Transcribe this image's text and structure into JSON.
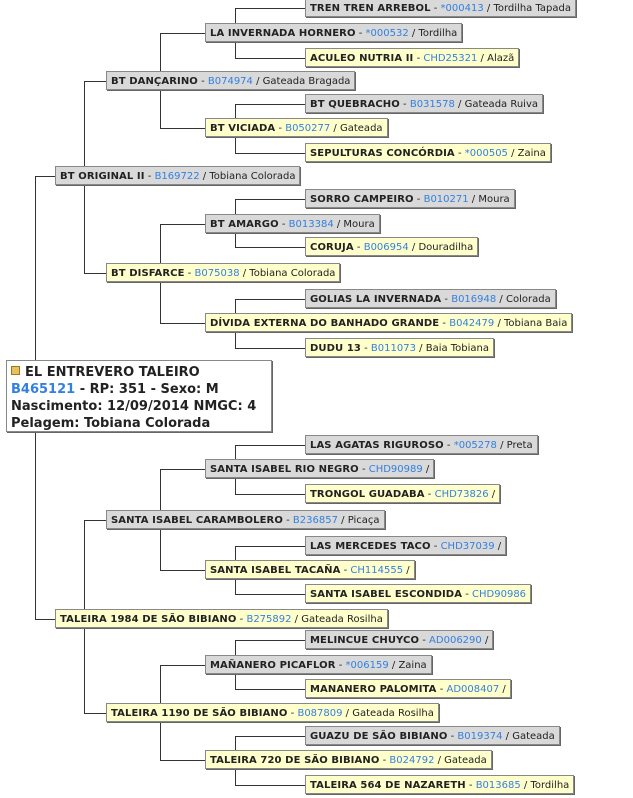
{
  "animal": {
    "name": "EL ENTREVERO TALEIRO",
    "registry": "B465121",
    "rp_label": "RP:",
    "rp": "351",
    "sex_label": "Sexo:",
    "sex": "M",
    "birth_label": "Nascimento:",
    "birth": "12/09/2014",
    "nmgc_label": "NMGC:",
    "nmgc": "4",
    "coat_label": "Pelagem:",
    "coat": "Tobiana Colorada"
  },
  "pedigree": [
    {
      "name": "TREN TREN ARREBOL",
      "reg": "*000413",
      "coat": "Tordilha Tapada"
    },
    {
      "name": "LA INVERNADA HORNERO",
      "reg": "*000532",
      "coat": "Tordilha"
    },
    {
      "name": "ACULEO NUTRIA II",
      "reg": "CHD25321",
      "coat": "Alazã"
    },
    {
      "name": "BT DANÇARINO",
      "reg": "B074974",
      "coat": "Gateada Bragada"
    },
    {
      "name": "BT QUEBRACHO",
      "reg": "B031578",
      "coat": "Gateada Ruiva"
    },
    {
      "name": "BT VICIADA",
      "reg": "B050277",
      "coat": "Gateada"
    },
    {
      "name": "SEPULTURAS CONCÓRDIA",
      "reg": "*000505",
      "coat": "Zaina"
    },
    {
      "name": "BT ORIGINAL II",
      "reg": "B169722",
      "coat": "Tobiana Colorada"
    },
    {
      "name": "SORRO CAMPEIRO",
      "reg": "B010271",
      "coat": "Moura"
    },
    {
      "name": "BT AMARGO",
      "reg": "B013384",
      "coat": "Moura"
    },
    {
      "name": "CORUJA",
      "reg": "B006954",
      "coat": "Douradilha"
    },
    {
      "name": "BT DISFARCE",
      "reg": "B075038",
      "coat": "Tobiana Colorada"
    },
    {
      "name": "GOLIAS LA INVERNADA",
      "reg": "B016948",
      "coat": "Colorada"
    },
    {
      "name": "DÍVIDA EXTERNA DO BANHADO GRANDE",
      "reg": "B042479",
      "coat": "Tobiana Baia"
    },
    {
      "name": "DUDU 13",
      "reg": "B011073",
      "coat": "Baia Tobiana"
    },
    {
      "name": "LAS AGATAS RIGUROSO",
      "reg": "*005278",
      "coat": "Preta"
    },
    {
      "name": "SANTA ISABEL RIO NEGRO",
      "reg": "CHD90989",
      "coat": ""
    },
    {
      "name": "TRONGOL GUADABA",
      "reg": "CHD73826",
      "coat": ""
    },
    {
      "name": "SANTA ISABEL CARAMBOLERO",
      "reg": "B236857",
      "coat": "Picaça"
    },
    {
      "name": "LAS MERCEDES TACO",
      "reg": "CHD37039",
      "coat": ""
    },
    {
      "name": "SANTA ISABEL TACAÑA",
      "reg": "CH114555",
      "coat": ""
    },
    {
      "name": "SANTA ISABEL ESCONDIDA",
      "reg": "CHD90986",
      "coat": null
    },
    {
      "name": "TALEIRA 1984 DE SÃO BIBIANO",
      "reg": "B275892",
      "coat": "Gateada Rosilha"
    },
    {
      "name": "MELINCUE CHUYCO",
      "reg": "AD006290",
      "coat": ""
    },
    {
      "name": "MAÑANERO PICAFLOR",
      "reg": "*006159",
      "coat": "Zaina"
    },
    {
      "name": "MANANERO PALOMITA",
      "reg": "AD008407",
      "coat": ""
    },
    {
      "name": "TALEIRA 1190 DE SÃO BIBIANO",
      "reg": "B087809",
      "coat": "Gateada Rosilha"
    },
    {
      "name": "GUAZU DE SÃO BIBIANO",
      "reg": "B019374",
      "coat": "Gateada"
    },
    {
      "name": "TALEIRA 720 DE SÃO BIBIANO",
      "reg": "B024792",
      "coat": "Gateada"
    },
    {
      "name": "TALEIRA 564 DE NAZARETH",
      "reg": "B013685",
      "coat": "Tordilha"
    }
  ]
}
